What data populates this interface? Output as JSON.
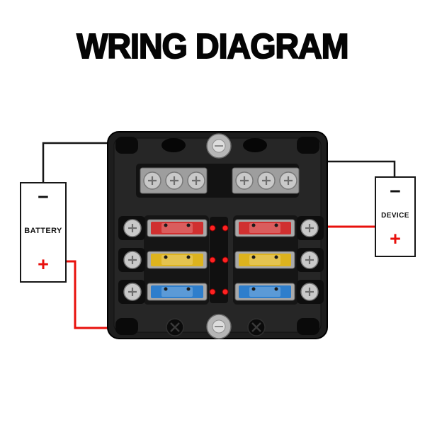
{
  "title": "WRING DIAGRAM",
  "battery": {
    "minus": "−",
    "label": "BATTERY",
    "plus": "+"
  },
  "device": {
    "minus": "−",
    "label": "DEVICE",
    "plus": "+"
  },
  "colors": {
    "wire_negative": "#161616",
    "wire_positive": "#e8100c",
    "fuse_red": "#d03030",
    "fuse_yellow": "#ddb31e",
    "fuse_blue": "#2e7ecc",
    "led": "#ff2222",
    "plus_sign": "#e8100c",
    "box_body": "#1d1d1d"
  }
}
